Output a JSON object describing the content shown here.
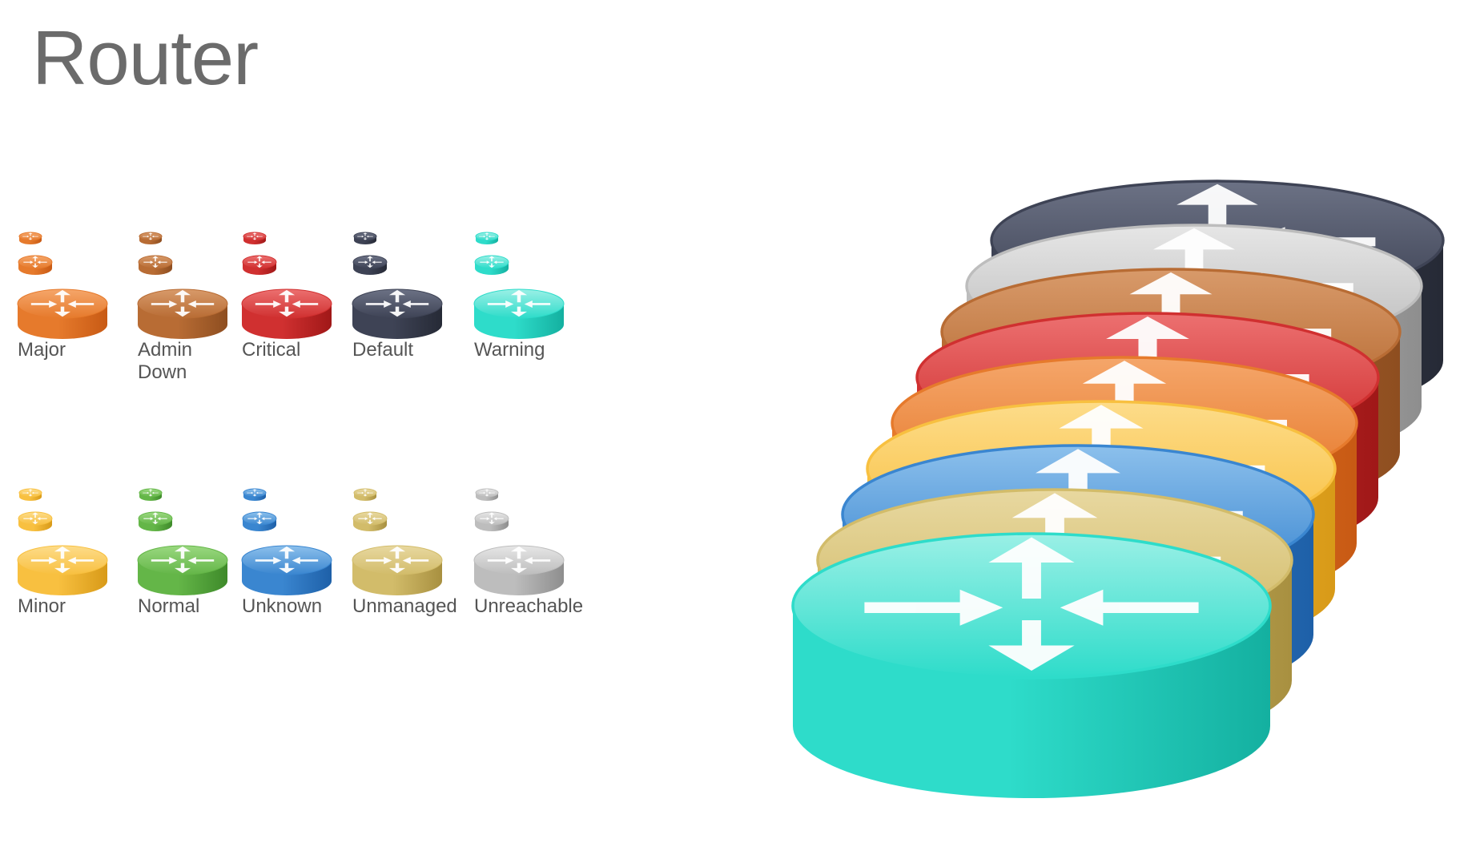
{
  "title": "Router",
  "icons": [
    {
      "label": "Major",
      "status": "major",
      "colors": {
        "top": "#f5a66a",
        "side": "#e67a2c",
        "dark": "#c85a14"
      }
    },
    {
      "label": "Admin\nDown",
      "status": "admin-down",
      "colors": {
        "top": "#d89a6a",
        "side": "#b86c34",
        "dark": "#8e4e20"
      }
    },
    {
      "label": "Critical",
      "status": "critical",
      "colors": {
        "top": "#ec7070",
        "side": "#d03030",
        "dark": "#a01818"
      }
    },
    {
      "label": "Default",
      "status": "default",
      "colors": {
        "top": "#6c7285",
        "side": "#3e4355",
        "dark": "#262a36"
      }
    },
    {
      "label": "Warning",
      "status": "warning",
      "colors": {
        "top": "#9af0e6",
        "side": "#2edcca",
        "dark": "#14b0a0"
      }
    },
    {
      "label": "Minor",
      "status": "minor",
      "colors": {
        "top": "#fddc8a",
        "side": "#f8c040",
        "dark": "#d89a18"
      }
    },
    {
      "label": "Normal",
      "status": "normal",
      "colors": {
        "top": "#9ad880",
        "side": "#64b648",
        "dark": "#3e8a2a"
      }
    },
    {
      "label": "Unknown",
      "status": "unknown",
      "colors": {
        "top": "#8cc0ec",
        "side": "#3a86d0",
        "dark": "#1e60a8"
      }
    },
    {
      "label": "Unmanaged",
      "status": "unmanaged",
      "colors": {
        "top": "#e8d8a0",
        "side": "#d2bc6a",
        "dark": "#a89040"
      }
    },
    {
      "label": "Unreachable",
      "status": "unreachable",
      "colors": {
        "top": "#e6e6e6",
        "side": "#bdbdbd",
        "dark": "#8e8e8e"
      }
    }
  ],
  "stack_order": [
    "default",
    "unreachable",
    "admin-down",
    "critical",
    "major",
    "minor",
    "unknown",
    "unmanaged",
    "warning"
  ]
}
